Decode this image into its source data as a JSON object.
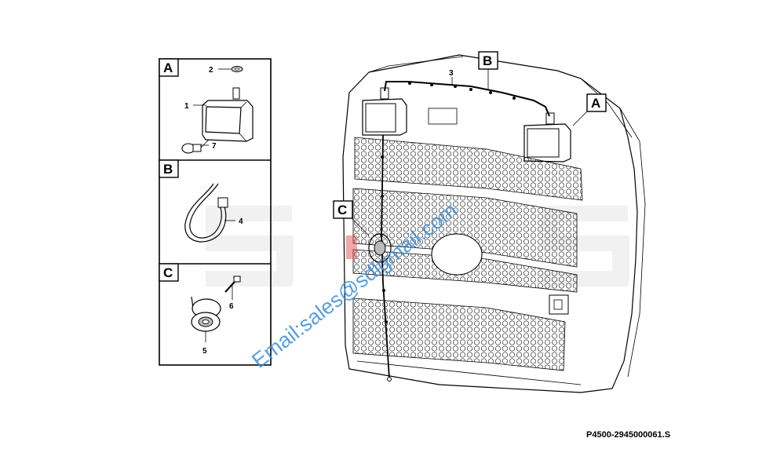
{
  "panels": [
    {
      "letter": "A",
      "parts": [
        "2",
        "1",
        "7"
      ]
    },
    {
      "letter": "B",
      "parts": [
        "4"
      ]
    },
    {
      "letter": "C",
      "parts": [
        "6",
        "5"
      ]
    }
  ],
  "main_callouts": {
    "b": "B",
    "a": "A",
    "c": "C",
    "part3": "3"
  },
  "watermark": {
    "brand": "SDLG",
    "email": "Email:sales@sdlgmail.com"
  },
  "drawing_code": "P4500-2945000061.S",
  "colors": {
    "line": "#000000",
    "watermark_brand": "#e6e6e6",
    "watermark_email": "#3d8fd8",
    "accent": "#e05050"
  }
}
